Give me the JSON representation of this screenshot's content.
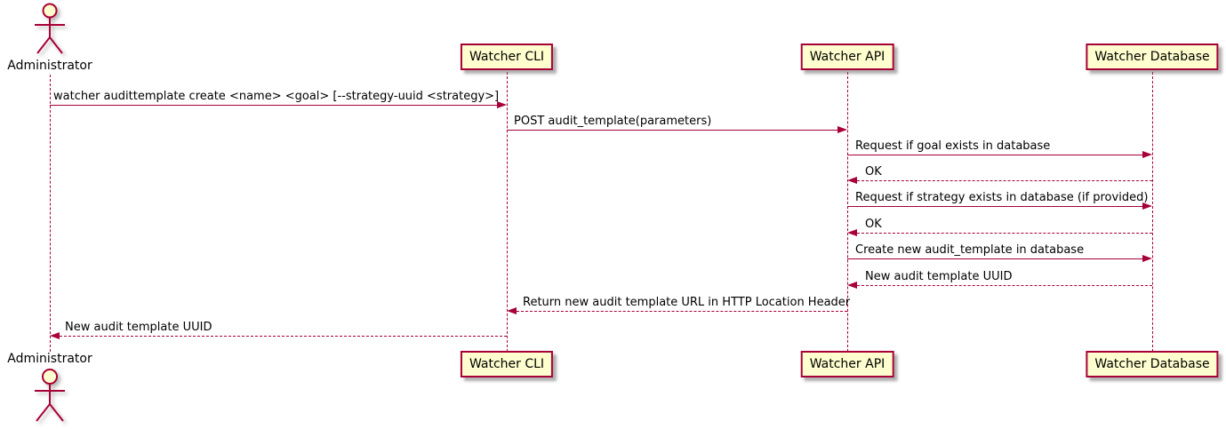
{
  "colors": {
    "accent": "#A80036",
    "fill": "#FEFECE",
    "text": "#000000",
    "bg": "#FFFFFF"
  },
  "diagram_type": "sequence",
  "participants": [
    {
      "name": "Administrator",
      "type": "actor"
    },
    {
      "name": "Watcher CLI",
      "type": "participant"
    },
    {
      "name": "Watcher API",
      "type": "participant"
    },
    {
      "name": "Watcher Database",
      "type": "participant"
    }
  ],
  "messages": [
    {
      "from": "Administrator",
      "to": "Watcher CLI",
      "style": "solid",
      "label": "watcher audittemplate create <name> <goal> [--strategy-uuid <strategy>]"
    },
    {
      "from": "Watcher CLI",
      "to": "Watcher API",
      "style": "solid",
      "label": "POST audit_template(parameters)"
    },
    {
      "from": "Watcher API",
      "to": "Watcher Database",
      "style": "solid",
      "label": "Request if goal exists in database"
    },
    {
      "from": "Watcher Database",
      "to": "Watcher API",
      "style": "dashed",
      "label": "OK"
    },
    {
      "from": "Watcher API",
      "to": "Watcher Database",
      "style": "solid",
      "label": "Request if strategy exists in database (if provided)"
    },
    {
      "from": "Watcher Database",
      "to": "Watcher API",
      "style": "dashed",
      "label": "OK"
    },
    {
      "from": "Watcher API",
      "to": "Watcher Database",
      "style": "solid",
      "label": "Create new audit_template in database"
    },
    {
      "from": "Watcher Database",
      "to": "Watcher API",
      "style": "dashed",
      "label": "New audit template UUID"
    },
    {
      "from": "Watcher API",
      "to": "Watcher CLI",
      "style": "dashed",
      "label": "Return new audit template URL in HTTP Location Header"
    },
    {
      "from": "Watcher CLI",
      "to": "Administrator",
      "style": "dashed",
      "label": "New audit template UUID"
    }
  ]
}
